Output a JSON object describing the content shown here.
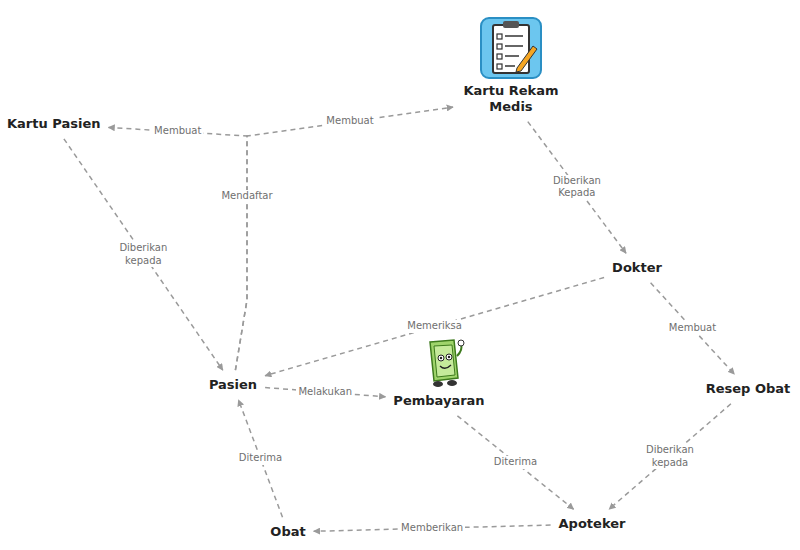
{
  "diagram": {
    "nodes": [
      {
        "text": [
          "Kartu Rekam Medis"
        ]
      },
      {
        "text": [
          "Kartu Pasien"
        ]
      },
      {
        "text": [
          "Dokter"
        ]
      },
      {
        "text": [
          "Pasien"
        ]
      },
      {
        "text": [
          "Pembayaran"
        ]
      },
      {
        "text": [
          "Resep Obat"
        ]
      },
      {
        "text": [
          "Apoteker"
        ]
      },
      {
        "text": [
          "Obat"
        ]
      }
    ],
    "edges": [
      {
        "from": 3,
        "to": 1,
        "label": "Membuat",
        "arrow": "to"
      },
      {
        "from": 3,
        "to": 0,
        "label": "Membuat",
        "arrow": "to"
      },
      {
        "from": 1,
        "to": 3,
        "label": "Diberikan kepada",
        "arrow": "to"
      },
      {
        "from": 0,
        "to": 2,
        "label": "Diberikan Kepada",
        "arrow": "to"
      },
      {
        "from": 2,
        "to": 3,
        "label": "Memeriksa",
        "arrow": "to"
      },
      {
        "from": 2,
        "to": 5,
        "label": "Membuat",
        "arrow": "to"
      },
      {
        "from": 5,
        "to": 6,
        "label": "Diberikan kepada",
        "arrow": "to"
      },
      {
        "from": 3,
        "to": 4,
        "label": "Melakukan",
        "arrow": "to"
      },
      {
        "from": 4,
        "to": 6,
        "label": "Diterima",
        "arrow": "to"
      },
      {
        "from": 6,
        "to": 7,
        "label": "Memberikan",
        "arrow": "to"
      },
      {
        "from": 7,
        "to": 3,
        "label": "Diterima",
        "arrow": "to"
      }
    ],
    "labels": [
      "Mendaftar"
    ]
  }
}
